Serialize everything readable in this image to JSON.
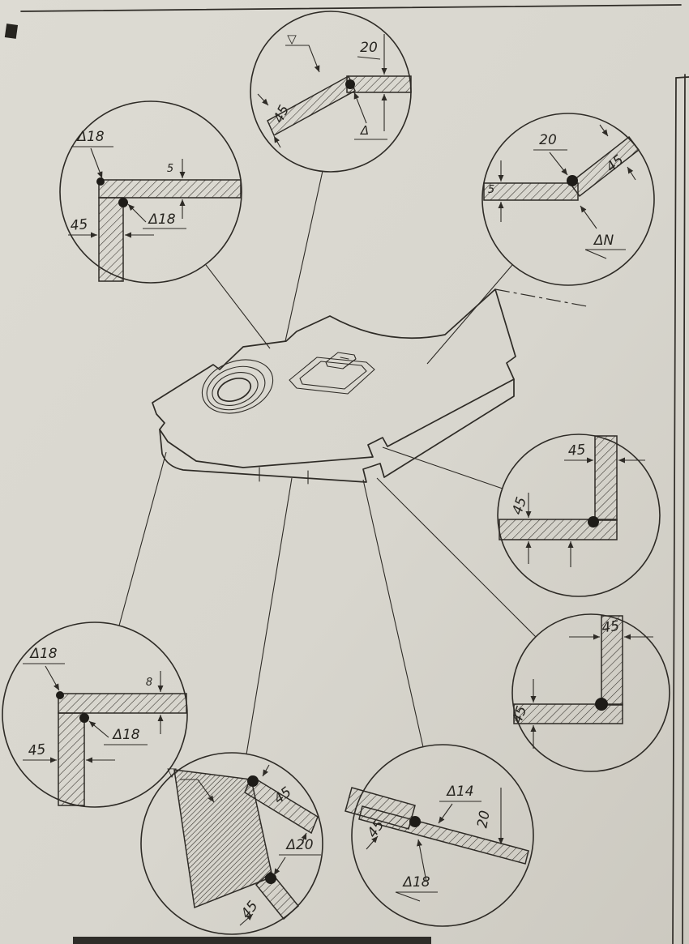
{
  "document": {
    "kind": "scanned technical drawing",
    "subject": "Isometric hull plate with magnified weld-joint detail callouts",
    "paper_color": "#d8d6ce",
    "ink_color": "#2e2b26"
  },
  "callouts": {
    "top_center": {
      "flag_top": "▽",
      "thickness_dim": "20",
      "bevel_dim": "45",
      "flag_bottom": "Δ"
    },
    "upper_left": {
      "weld_top": "Δ18",
      "gap_dim": "5",
      "weld_mid": "Δ18",
      "width_dim": "45"
    },
    "upper_right": {
      "thickness_dim": "20",
      "bevel_dim": "45",
      "gap_dim": "5",
      "weld_label": "ΔN"
    },
    "right_middle": {
      "top_dim": "45",
      "side_dim": "45"
    },
    "right_lower": {
      "top_dim": "45",
      "side_dim": "45"
    },
    "bottom_left": {
      "weld_top": "Δ18",
      "gap_dim": "8",
      "weld_mid": "Δ18",
      "width_dim": "45"
    },
    "bottom_center": {
      "flag": "▽",
      "bevel_top_dim": "45",
      "weld_label": "Δ20",
      "bevel_bottom_dim": "45"
    },
    "bottom_right": {
      "weld_top": "Δ14",
      "thickness_dim": "20",
      "bevel_dim": "45",
      "weld_bottom": "Δ18"
    }
  }
}
